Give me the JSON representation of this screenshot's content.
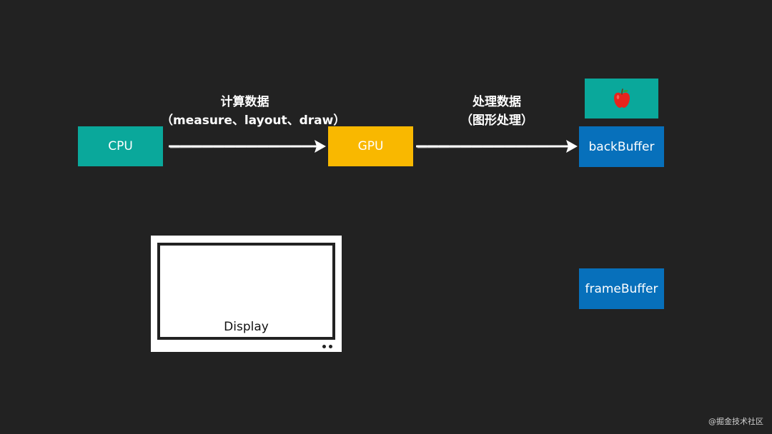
{
  "nodes": {
    "cpu": {
      "label": "CPU",
      "color": "#0aa89b"
    },
    "gpu": {
      "label": "GPU",
      "color": "#f9b800"
    },
    "back_buffer": {
      "label": "backBuffer",
      "color": "#0770bb"
    },
    "frame_buffer": {
      "label": "frameBuffer",
      "color": "#0770bb"
    },
    "frame_preview": {
      "icon": "apple-icon",
      "color": "#0aa89b"
    },
    "display": {
      "label": "Display"
    }
  },
  "edges": {
    "cpu_to_gpu": {
      "line1": "计算数据",
      "line2": "（measure、layout、draw）"
    },
    "gpu_to_back_buffer": {
      "line1": "处理数据",
      "line2": "（图形处理）"
    }
  },
  "watermark": "@掘金技术社区",
  "colors": {
    "background": "#222222",
    "arrow": "#ffffff",
    "apple": "#e8231c"
  }
}
